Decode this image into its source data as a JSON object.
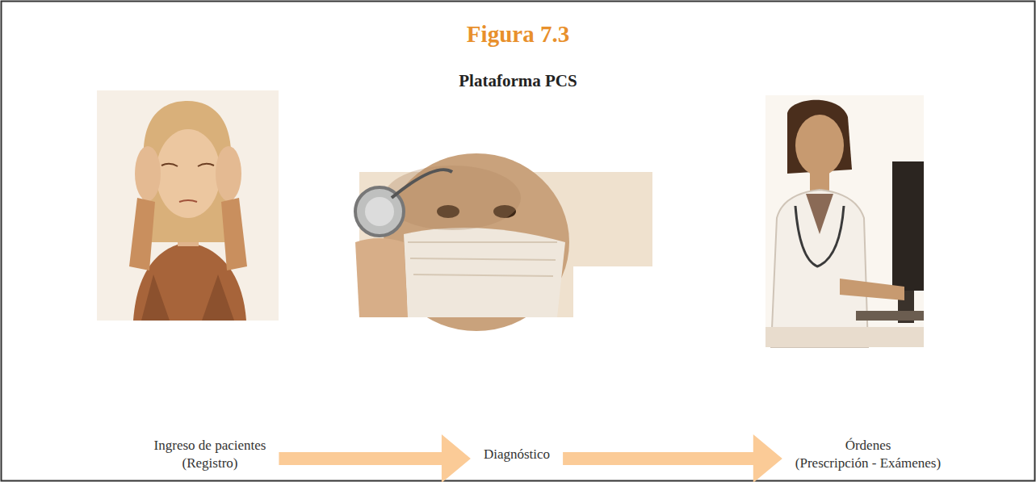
{
  "diagram": {
    "title": "Figura 7.3",
    "nodes": [
      {
        "text": [
          "Ingreso de pacientes",
          "(Registro)"
        ]
      },
      {
        "text": [
          "Diagnóstico"
        ]
      },
      {
        "text": [
          "Órdenes",
          "(Prescripción - Exámenes)"
        ]
      }
    ],
    "edges": [
      {
        "from": 0,
        "to": 1,
        "arrow": "to"
      },
      {
        "from": 1,
        "to": 2,
        "arrow": "to"
      }
    ],
    "labels": [
      "Plataforma PCS"
    ]
  }
}
